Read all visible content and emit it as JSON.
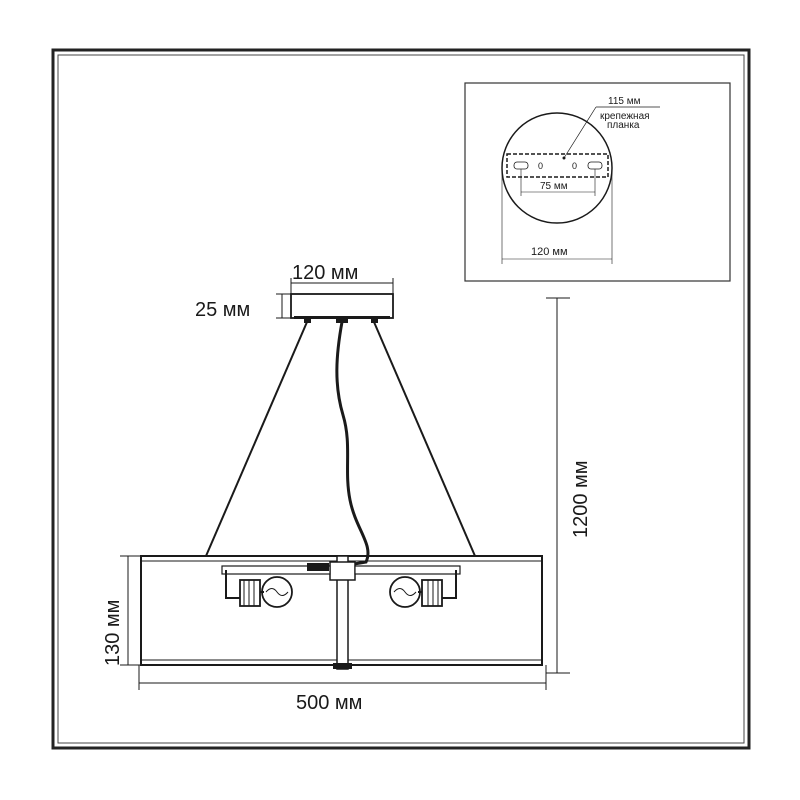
{
  "main": {
    "dims": {
      "canopy_width": "120 мм",
      "canopy_height": "25 мм",
      "total_height": "1200 мм",
      "shade_height": "130 мм",
      "shade_width": "500 мм"
    }
  },
  "inset": {
    "plate_label": "115 мм",
    "plate_caption_line1": "крепежная",
    "plate_caption_line2": "планка",
    "screw_left": "0",
    "screw_right": "0",
    "hole_spacing": "75 мм",
    "canopy_diameter": "120 мм"
  },
  "colors": {
    "line": "#1a1a1a",
    "frame": "#222222"
  }
}
